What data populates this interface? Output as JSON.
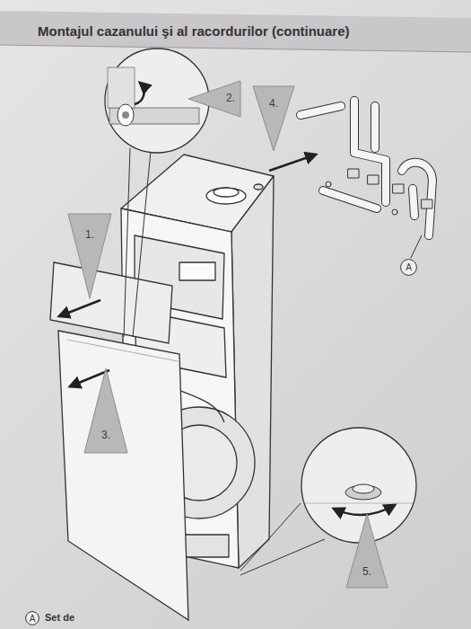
{
  "diagram": {
    "title": "Montajul cazanului şi al racordurilor (continuare)",
    "nodes": [
      {
        "text": [
          "2."
        ]
      },
      {
        "text": [
          "4."
        ]
      },
      {
        "text": [
          "1."
        ]
      },
      {
        "text": [
          "A"
        ]
      },
      {
        "text": [
          "3."
        ]
      },
      {
        "text": [
          "5."
        ]
      },
      {
        "text": [
          "A"
        ]
      }
    ],
    "labels": [
      "Set de"
    ]
  }
}
